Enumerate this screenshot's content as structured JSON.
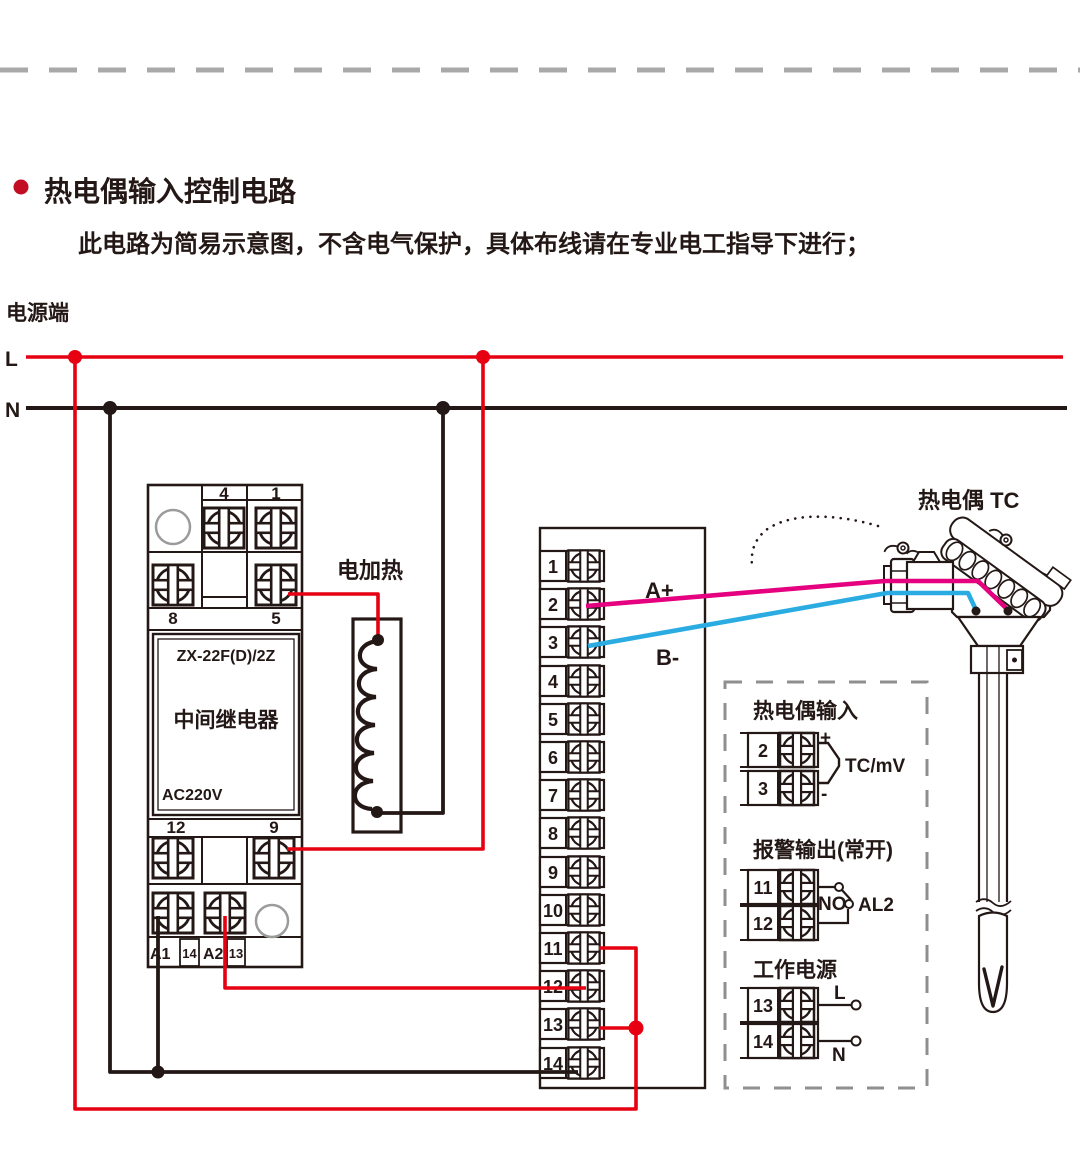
{
  "header": {
    "title": "热电偶输入控制电路",
    "subtitle": "此电路为简易示意图，不含电气保护，具体布线请在专业电工指导下进行；"
  },
  "power": {
    "label": "电源端",
    "live": "L",
    "neutral": "N"
  },
  "relay": {
    "model": "ZX-22F(D)/2Z",
    "name": "中间继电器",
    "voltage": "AC220V",
    "terminals": {
      "t4": "4",
      "t1": "1",
      "t8": "8",
      "t5": "5",
      "t12": "12",
      "t9": "9",
      "a1": "A1",
      "t14": "14",
      "a2": "A2",
      "t13": "13"
    }
  },
  "heater": {
    "label": "电加热"
  },
  "instrument": {
    "terminals": [
      "1",
      "2",
      "3",
      "4",
      "5",
      "6",
      "7",
      "8",
      "9",
      "10",
      "11",
      "12",
      "13",
      "14"
    ],
    "wire_labels": {
      "a_plus": "A+",
      "b_minus": "B-"
    }
  },
  "thermocouple": {
    "label": "热电偶 TC"
  },
  "legend": {
    "input": {
      "title": "热电偶输入",
      "t2": "2",
      "t3": "3",
      "plus": "+",
      "minus": "-",
      "signal": "TC/mV"
    },
    "alarm": {
      "title": "报警输出(常开)",
      "t11": "11",
      "t12": "12",
      "no": "NO",
      "al2": "AL2"
    },
    "supply": {
      "title": "工作电源",
      "t13": "13",
      "t14": "14",
      "l": "L",
      "n": "N"
    }
  },
  "colors": {
    "red": "#e60012",
    "magenta": "#e4007f",
    "blue": "#2aace2",
    "ink": "#231815",
    "bullet": "#c30d23",
    "separator": "#a9a9a9",
    "legend_dash": "#8f8f8f"
  }
}
